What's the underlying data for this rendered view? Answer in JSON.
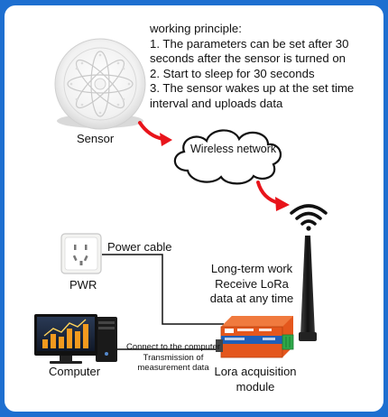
{
  "principle": {
    "heading": "working principle:",
    "lines": [
      "1. The parameters can be set after 30",
      "seconds after the sensor is turned on",
      "2. Start to sleep for 30 seconds",
      "3. The sensor wakes up at the set time",
      "interval and uploads data"
    ]
  },
  "labels": {
    "sensor": "Sensor",
    "wireless": "Wireless network",
    "power_cable": "Power cable",
    "pwr": "PWR",
    "lora_line1": "Long-term work",
    "lora_line2": "Receive LoRa",
    "lora_line3": "data at any time",
    "computer": "Computer",
    "connect_line1": "Connect to the computer",
    "connect_line2": "Transmission of",
    "connect_line3": "measurement data",
    "module_line1": "Lora acquisition",
    "module_line2": "module"
  },
  "colors": {
    "background": "#1e6fd0",
    "arrow": "#e8141b",
    "module_body": "#e4571d",
    "module_stripe": "#1f5fb8",
    "terminal": "#2ea84a"
  },
  "icons": [
    "sensor-icon",
    "cloud-icon",
    "wifi-icon",
    "power-socket-icon",
    "computer-icon",
    "lora-module-icon",
    "antenna-icon"
  ]
}
